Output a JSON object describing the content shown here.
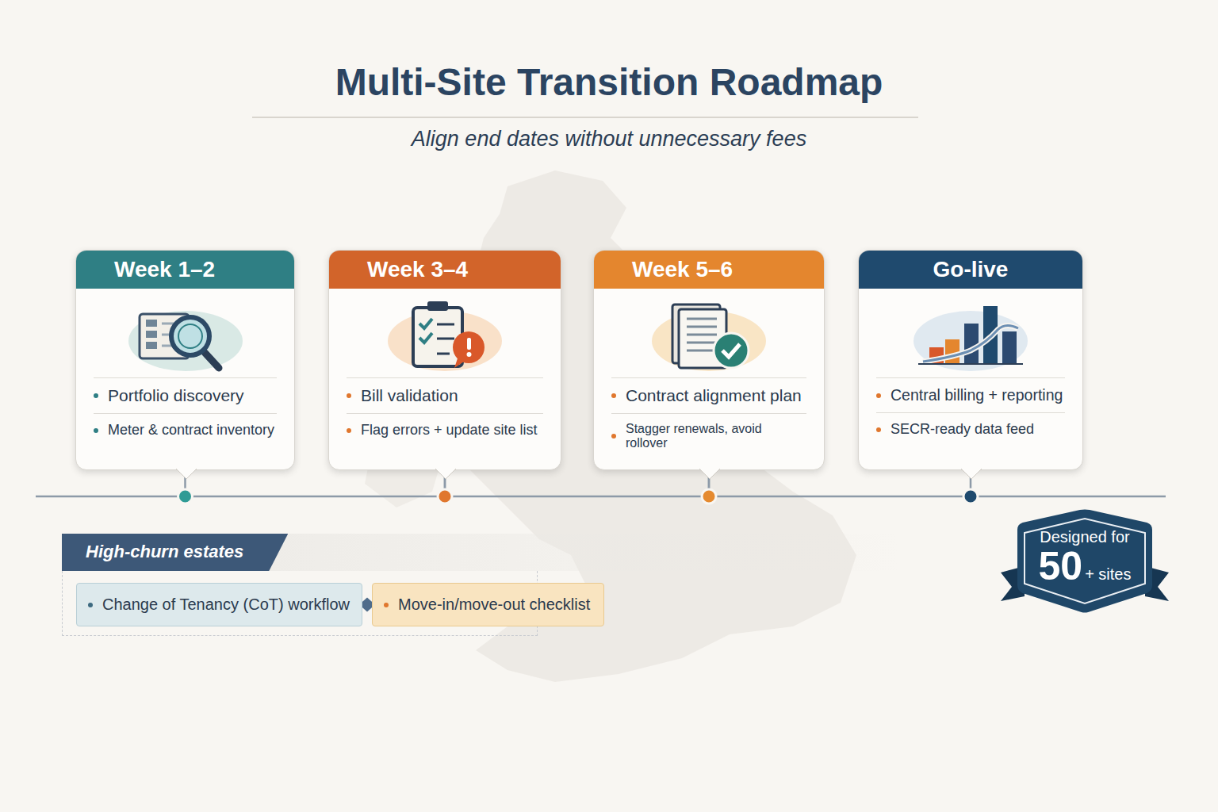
{
  "diagram": {
    "title": "Multi-Site Transition Roadmap",
    "caption": "Align end dates without unnecessary fees",
    "nodes": [
      {
        "text": [
          "Week 1–2",
          "Portfolio discovery",
          "Meter & contract inventory"
        ]
      },
      {
        "text": [
          "Week 3–4",
          "Bill validation",
          "Flag errors + update site list"
        ]
      },
      {
        "text": [
          "Week 5–6",
          "Contract alignment plan",
          "Stagger renewals, avoid rollover"
        ]
      },
      {
        "text": [
          "Go-live",
          "Central billing + reporting",
          "SECR-ready data feed"
        ]
      },
      {
        "text": [
          "High-churn estates"
        ]
      },
      {
        "text": [
          "Change of Tenancy (CoT) workflow"
        ],
        "in": 4
      },
      {
        "text": [
          "Move-in/move-out checklist"
        ],
        "in": 4
      },
      {
        "text": [
          "Designed for",
          "50",
          "+ sites"
        ]
      }
    ],
    "edges": [
      {
        "from": 0,
        "to": 1,
        "arrow": "none"
      },
      {
        "from": 1,
        "to": 2,
        "arrow": "none"
      },
      {
        "from": 2,
        "to": 3,
        "arrow": "none"
      },
      {
        "from": 5,
        "to": 6,
        "arrow": "none"
      }
    ]
  }
}
